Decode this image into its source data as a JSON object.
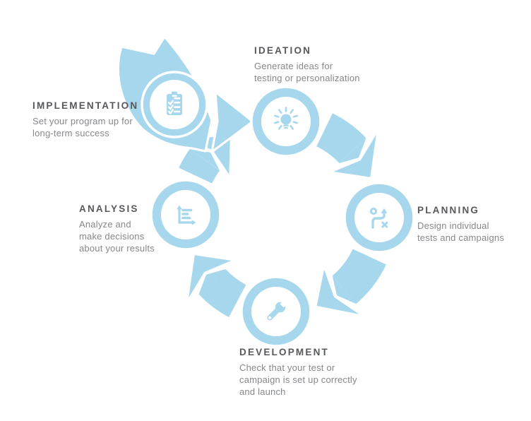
{
  "diagram": {
    "type": "cycle",
    "accent_color": "#A7D7ED",
    "title_color": "#56585C",
    "description_color": "#85878A",
    "flow": [
      "ideation",
      "planning",
      "development",
      "analysis",
      "implementation"
    ],
    "stages": [
      {
        "id": "ideation",
        "label": "IDEATION",
        "description": "Generate ideas for\ntesting or personalization",
        "icon": "lightbulb-icon"
      },
      {
        "id": "planning",
        "label": "PLANNING",
        "description": "Design individual\ntests and campaigns",
        "icon": "strategy-icon"
      },
      {
        "id": "development",
        "label": "DEVELOPMENT",
        "description": "Check that your test or\ncampaign is set up correctly\nand launch",
        "icon": "wrench-icon"
      },
      {
        "id": "analysis",
        "label": "ANALYSIS",
        "description": "Analyze and\nmake decisions\nabout your results",
        "icon": "bar-chart-icon"
      },
      {
        "id": "implementation",
        "label": "IMPLEMENTATION",
        "description": "Set your program up for\nlong-term success",
        "icon": "checklist-icon"
      }
    ]
  }
}
